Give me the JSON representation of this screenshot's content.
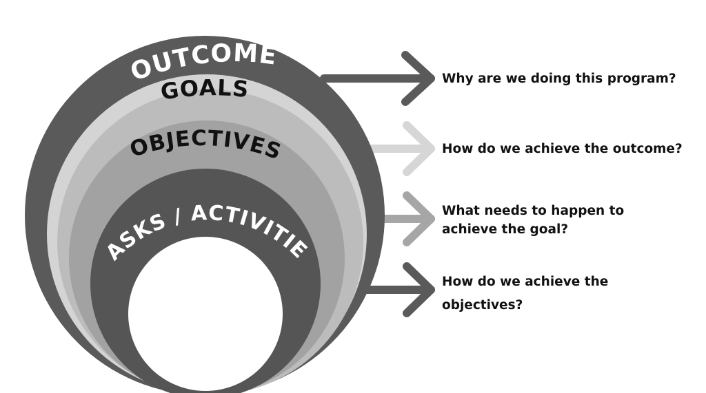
{
  "colors": {
    "outcome": "#5a5a5a",
    "goals": "#d4d4d4",
    "objectives": "#a2a2a2",
    "tasks": "#555555",
    "arrow_dark": "#5a5a5a",
    "arrow_light": "#d6d6d6",
    "arrow_mid": "#a6a6a6"
  },
  "rings": {
    "outcome": "OUTCOME",
    "goals": "GOALS",
    "objectives": "OBJECTIVES",
    "tasks": "TASKS / ACTIVITIES"
  },
  "questions": {
    "q1": "Why are we doing this program?",
    "q2": "How do we achieve the outcome?",
    "q3_line1": "What needs to happen to",
    "q3_line2": "achieve the goal?",
    "q4_line1": "How do we achieve the",
    "q4_line2": "objectives?"
  }
}
